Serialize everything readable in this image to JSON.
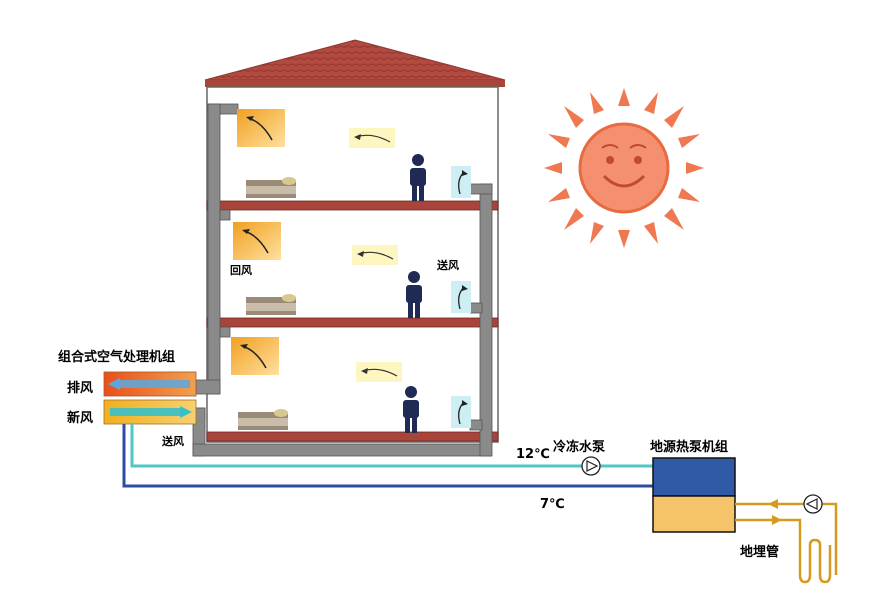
{
  "labels": {
    "ahu": "组合式空气处理机组",
    "exhaust": "排风",
    "fresh": "新风",
    "supply_bottom": "送风",
    "return_air": "回风",
    "supply_air": "送风",
    "temp_supply": "12℃",
    "temp_return": "7℃",
    "pump": "冷冻水泵",
    "heat_pump": "地源热泵机组",
    "ground_pipe": "地埋管"
  },
  "colors": {
    "roof": "#a9443b",
    "floor_slab": "#a9443b",
    "duct": "#8a8a8a",
    "supply_water": "#4fc7c7",
    "return_water": "#2b4ea3",
    "heat_pump_top": "#2f5aa8",
    "heat_pump_bottom": "#f5c36a",
    "ground_loop": "#d69a20",
    "sun": "#f07850"
  }
}
